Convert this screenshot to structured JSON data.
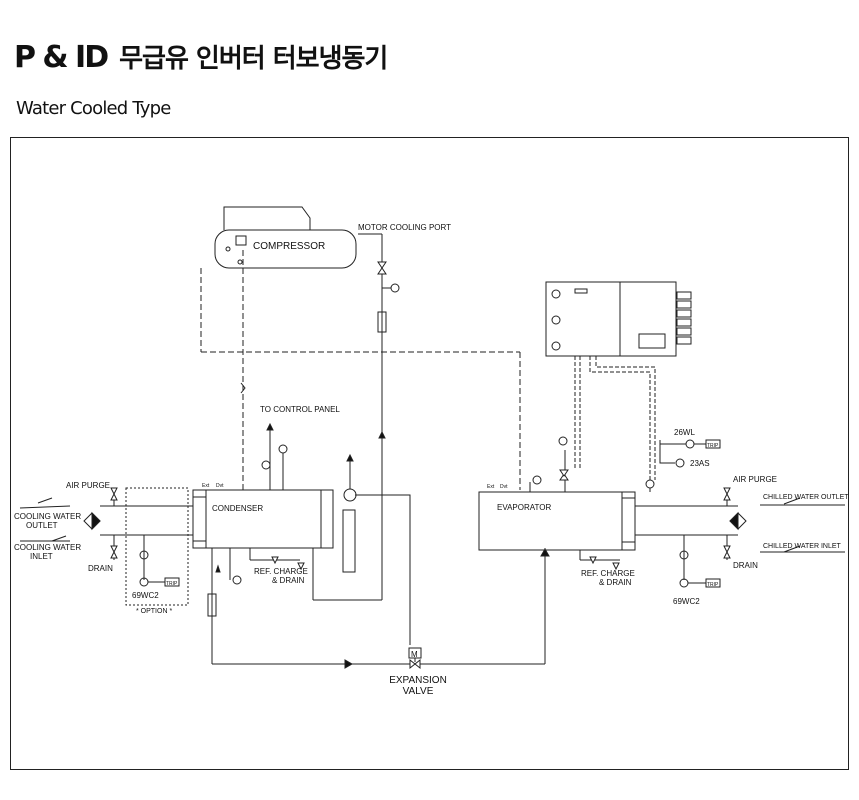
{
  "header": {
    "title_prefix": "P & ID",
    "title_main": "무급유 인버터 터보냉동기",
    "subtitle": "Water Cooled Type"
  },
  "diagram": {
    "compressor": "COMPRESSOR",
    "motor_cooling_port": "MOTOR COOLING PORT",
    "to_control_panel": "TO CONTROL PANEL",
    "condenser": "CONDENSER",
    "evaporator": "EVAPORATOR",
    "expansion_valve_line1": "EXPANSION",
    "expansion_valve_line2": "VALVE",
    "motor_symbol": "M",
    "air_purge_left": "AIR PURGE",
    "air_purge_right": "AIR PURGE",
    "cooling_water_outlet_1": "COOLING WATER",
    "cooling_water_outlet_2": "OUTLET",
    "cooling_water_inlet_1": "COOLING WATER",
    "cooling_water_inlet_2": "INLET",
    "drain_left": "DRAIN",
    "drain_right": "DRAIN",
    "sw_left": "69WC2",
    "sw_right": "69WC2",
    "option": "* OPTION *",
    "ref_charge_drain_left_1": "REF. CHARGE",
    "ref_charge_drain_left_2": "& DRAIN",
    "ref_charge_drain_right_1": "REF. CHARGE",
    "ref_charge_drain_right_2": "& DRAIN",
    "chilled_water_outlet": "CHILLED WATER OUTLET",
    "chilled_water_inlet": "CHILLED WATER INLET",
    "wl_26": "26WL",
    "as_23": "23AS",
    "trip": "TRIP",
    "ext": "Ext",
    "dvt": "Dvt"
  }
}
